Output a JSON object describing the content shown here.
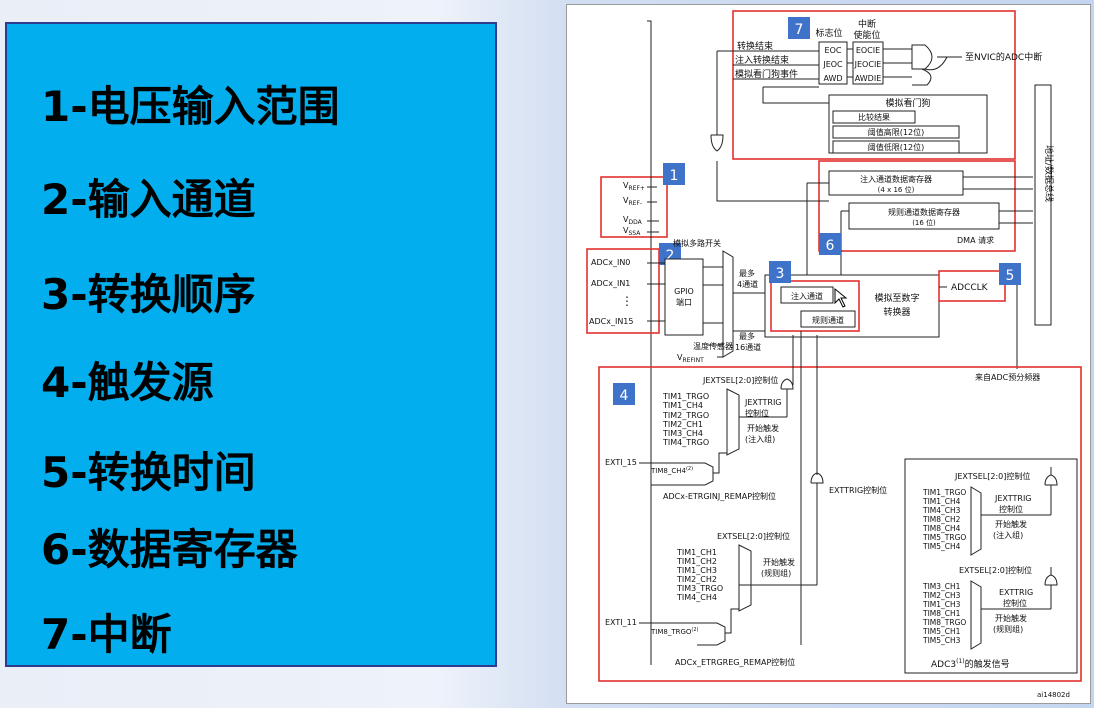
{
  "topics": [
    "1-电压输入范围",
    "2-输入通道",
    "3-转换顺序",
    "4-触发源",
    "5-转换时间",
    "6-数据寄存器",
    "7-中断"
  ],
  "diagram": {
    "badges": [
      "1",
      "2",
      "3",
      "4",
      "5",
      "6",
      "7"
    ],
    "interrupt": {
      "col_flag": "标志位",
      "col_enable_1": "中断",
      "col_enable_2": "使能位",
      "in_conv_end": "转换结束",
      "in_inj_end": "注入转换结束",
      "in_watchdog": "模拟看门狗事件",
      "flags": [
        "EOC",
        "JEOC",
        "AWD"
      ],
      "enables": [
        "EOCIE",
        "JEOCIE",
        "AWDIE"
      ],
      "to_nvic": "至NVIC的ADC中断"
    },
    "watchdog": {
      "title": "模拟看门狗",
      "compare": "比较结果",
      "high": "阈值高限(12位)",
      "low": "阈值低限(12位)"
    },
    "bus": "地址/数据总线",
    "inj_reg": {
      "title": "注入通道数据寄存器",
      "size": "(4 x 16 位)"
    },
    "reg_reg": {
      "title": "规则通道数据寄存器",
      "size": "(16 位)"
    },
    "dma_req": "DMA 请求",
    "vref": {
      "refp": "V",
      "refp_sub": "REF+",
      "refm": "V",
      "refm_sub": "REF-",
      "vdda": "V",
      "vdda_sub": "DDA",
      "vssa": "V",
      "vssa_sub": "SSA"
    },
    "inputs": [
      "ADCx_IN0",
      "ADCx_IN1",
      "⋮",
      "ADCx_IN15"
    ],
    "gpio": [
      "GPIO",
      "端口"
    ],
    "mux": "模拟多路开关",
    "max4": [
      "最多",
      "4通道"
    ],
    "max16": [
      "最多",
      "16通道"
    ],
    "temp_sensor": "温度传感器",
    "vrefint": "V",
    "vrefint_sub": "REFINT",
    "inj_channel": "注入通道",
    "reg_channel": "规则通道",
    "adc_core": [
      "模拟至数字",
      "转换器"
    ],
    "adcclk": "ADCCLK",
    "from_prescaler": "来自ADC预分频器",
    "jext_title": "JEXTSEL[2:0]控制位",
    "jext_signals": [
      "TIM1_TRGO",
      "TIM1_CH4",
      "TIM2_TRGO",
      "TIM2_CH1",
      "TIM3_CH4",
      "TIM4_TRGO"
    ],
    "jexttrig": [
      "JEXTTRIG",
      "控制位"
    ],
    "start_inj": [
      "开始触发",
      "(注入组)"
    ],
    "exti15": "EXTI_15",
    "tim8_ch4": "TIM8_CH4",
    "note_mark": "(2)",
    "jremap": "ADCx-ETRGINJ_REMAP控制位",
    "exttrig_ctrl": "EXTTRIG控制位",
    "ext_title": "EXTSEL[2:0]控制位",
    "ext_signals": [
      "TIM1_CH1",
      "TIM1_CH2",
      "TIM1_CH3",
      "TIM2_CH2",
      "TIM3_TRGO",
      "TIM4_CH4"
    ],
    "start_reg": [
      "开始触发",
      "(规则组)"
    ],
    "exti11": "EXTI_11",
    "tim8_trgo": "TIM8_TRGO",
    "rremap": "ADCx_ETRGREG_REMAP控制位",
    "adc3_jext_title": "JEXTSEL[2:0]控制位",
    "adc3_jext_signals": [
      "TIM1_TRGO",
      "TIM1_CH4",
      "TIM4_CH3",
      "TIM8_CH2",
      "TIM8_CH4",
      "TIM5_TRGO",
      "TIM5_CH4"
    ],
    "adc3_jexttrig": [
      "JEXTTRIG",
      "控制位"
    ],
    "adc3_start_inj": [
      "开始触发",
      "(注入组)"
    ],
    "adc3_ext_title": "EXTSEL[2:0]控制位",
    "adc3_ext_signals": [
      "TIM3_CH1",
      "TIM2_CH3",
      "TIM1_CH3",
      "TIM8_CH1",
      "TIM8_TRGO",
      "TIM5_CH1",
      "TIM5_CH3"
    ],
    "adc3_exttrig": [
      "EXTTRIG",
      "控制位"
    ],
    "adc3_start_reg": [
      "开始触发",
      "(规则组)"
    ],
    "adc3_caption": "ADC3",
    "adc3_caption_sup": "(1)",
    "adc3_caption_tail": "的触发信号",
    "figure_id": "ai14802d"
  }
}
